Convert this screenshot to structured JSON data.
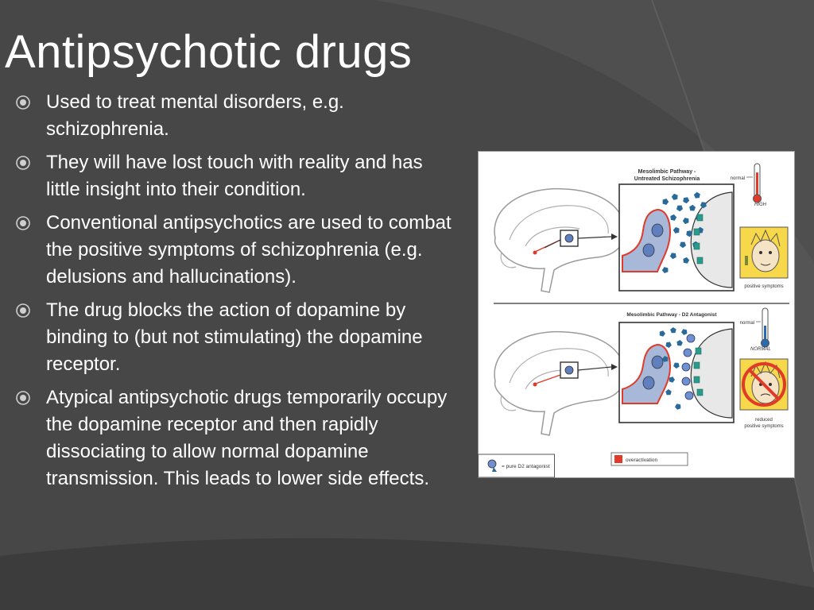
{
  "slide": {
    "title": "Antipsychotic drugs",
    "bullet_icon": "circled-dot-icon",
    "bullets": [
      "Used to treat mental disorders, e.g. schizophrenia.",
      "They will have lost touch with reality and has little insight into their condition.",
      "Conventional antipsychotics are used to combat the positive symptoms of schizophrenia (e.g. delusions and hallucinations).",
      "The drug blocks the action of dopamine by binding to (but not stimulating) the dopamine receptor.",
      "Atypical antipsychotic drugs temporarily occupy the dopamine receptor and then rapidly dissociating to allow normal dopamine transmission. This leads to lower side effects."
    ]
  },
  "figure": {
    "top_panel": {
      "title_line1": "Mesolimbic Pathway -",
      "title_line2": "Untreated Schizophrenia",
      "thermometer_top": "normal",
      "thermometer_level": "HIGH",
      "face_caption": "positive symptoms"
    },
    "bottom_panel": {
      "title": "Mesolimbic Pathway - D2 Antagonist",
      "thermometer_top": "normal",
      "thermometer_level": "NORMAL",
      "face_caption_line1": "reduced",
      "face_caption_line2": "positive symptoms"
    },
    "legend": {
      "antagonist": "= pure D2 antagonist",
      "overactivation": "overactivation"
    },
    "colors": {
      "overactivation": "#e03a2a",
      "dopamine": "#2a6a9a",
      "receptor": "#2a9a8a",
      "neuron_fill": "#a8b8d8",
      "cell_fill": "#e8e8e8"
    },
    "thermometer_fill": {
      "top": 0.8,
      "bottom": 0.5
    }
  }
}
